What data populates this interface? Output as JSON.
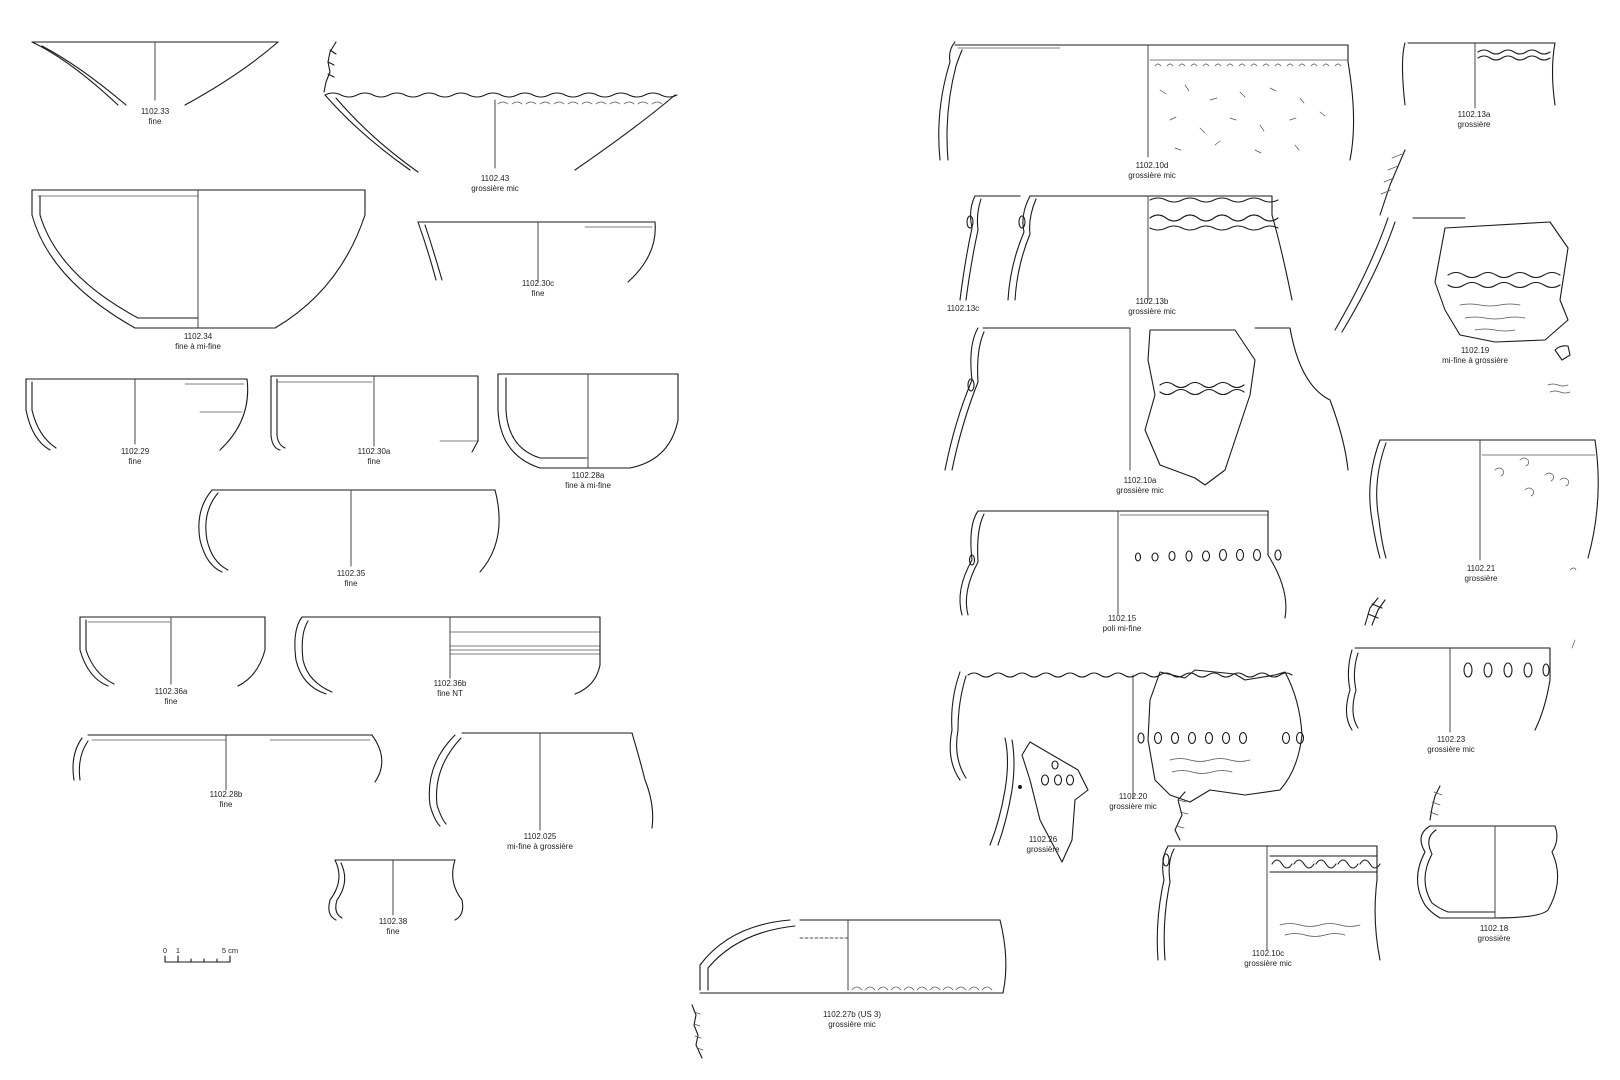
{
  "pieces": [
    {
      "id": "1102.33",
      "fabric": "fine"
    },
    {
      "id": "1102.43",
      "fabric": "grossière mic"
    },
    {
      "id": "1102.34",
      "fabric": "fine à mi-fine"
    },
    {
      "id": "1102.30c",
      "fabric": "fine"
    },
    {
      "id": "1102.29",
      "fabric": "fine"
    },
    {
      "id": "1102.30a",
      "fabric": "fine"
    },
    {
      "id": "1102.28a",
      "fabric": "fine à mi-fine"
    },
    {
      "id": "1102.35",
      "fabric": "fine"
    },
    {
      "id": "1102.36a",
      "fabric": "fine"
    },
    {
      "id": "1102.36b",
      "fabric": "fine NT"
    },
    {
      "id": "1102.28b",
      "fabric": "fine"
    },
    {
      "id": "1102.025",
      "fabric": "mi-fine à grossière"
    },
    {
      "id": "1102.38",
      "fabric": "fine"
    },
    {
      "id": "1102.27b (US 3)",
      "fabric": "grossière mic"
    },
    {
      "id": "1102.10d",
      "fabric": "grossière mic"
    },
    {
      "id": "1102.13a",
      "fabric": "grossière"
    },
    {
      "id": "1102.13c",
      "fabric": ""
    },
    {
      "id": "1102.13b",
      "fabric": "grossière mic"
    },
    {
      "id": "1102.19",
      "fabric": "mi-fine à grossière"
    },
    {
      "id": "1102.10a",
      "fabric": "grossière mic"
    },
    {
      "id": "1102.21",
      "fabric": "grossière"
    },
    {
      "id": "1102.15",
      "fabric": "poli mi-fine"
    },
    {
      "id": "1102.23",
      "fabric": "grossière mic"
    },
    {
      "id": "1102.20",
      "fabric": "grossière mic"
    },
    {
      "id": "1102.26",
      "fabric": "grossière"
    },
    {
      "id": "1102.10c",
      "fabric": "grossière mic"
    },
    {
      "id": "1102.18",
      "fabric": "grossière"
    }
  ],
  "scale": {
    "ticks": [
      "0",
      "1",
      "5 cm"
    ]
  }
}
